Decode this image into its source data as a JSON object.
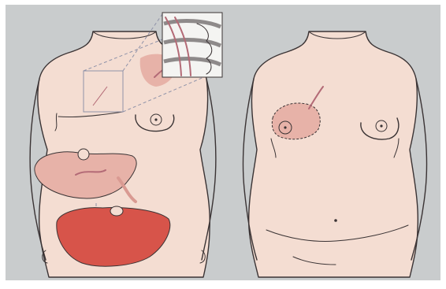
{
  "colors": {
    "background": "#c9cccd",
    "border": "#ffffff",
    "skin": "#f4ddd2",
    "outline": "#3a3334",
    "flap_light": "#e7b2a8",
    "flap_mid": "#d99a92",
    "flap_red": "#d7544a",
    "vessel": "#b36a76",
    "bone": "#f4f4f2",
    "dashed": "#8f92a8"
  },
  "panels": [
    {
      "id": "left-figure",
      "subject": "donor-and-recipient-sites"
    },
    {
      "id": "right-figure",
      "subject": "reconstructed-breast-result"
    }
  ],
  "icons": [
    "rib-detail-inset",
    "abdominal-flap",
    "harvested-flap",
    "breast-flap-outline"
  ]
}
